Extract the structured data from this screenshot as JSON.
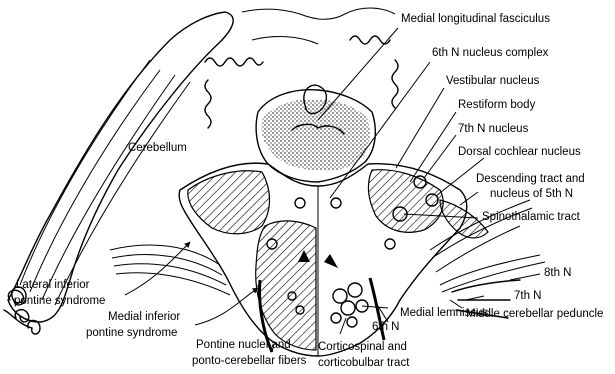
{
  "labels": {
    "medial_longitudinal_fasciculus": "Medial longitudinal fasciculus",
    "sixth_n_nucleus_complex": "6th N nucleus complex",
    "vestibular_nucleus": "Vestibular nucleus",
    "restiform_body": "Restiform body",
    "seventh_n_nucleus": "7th N nucleus",
    "dorsal_cochlear_nucleus": "Dorsal cochlear nucleus",
    "descending_tract_line1": "Descending tract and",
    "descending_tract_line2": "nucleus of 5th N",
    "spinothalamic_tract": "Spinothalamic tract",
    "eighth_n": "8th N",
    "seventh_n": "7th N",
    "middle_cerebellar_peduncle": "Middle cerebellar peduncle",
    "medial_lemniscus": "Medial lemniscus",
    "sixth_n": "6th N",
    "corticospinal_line1": "Corticospinal and",
    "corticospinal_line2": "corticobulbar tract",
    "pontine_nuclei_line1": "Pontine nuclei and",
    "pontine_nuclei_line2": "ponto-cerebellar fibers",
    "medial_inferior_line1": "Medial inferior",
    "medial_inferior_line2": "pontine syndrome",
    "lateral_inferior_line1": "Lateral inferior",
    "lateral_inferior_line2": "pontine syndrome",
    "cerebellum": "Cerebellum"
  }
}
